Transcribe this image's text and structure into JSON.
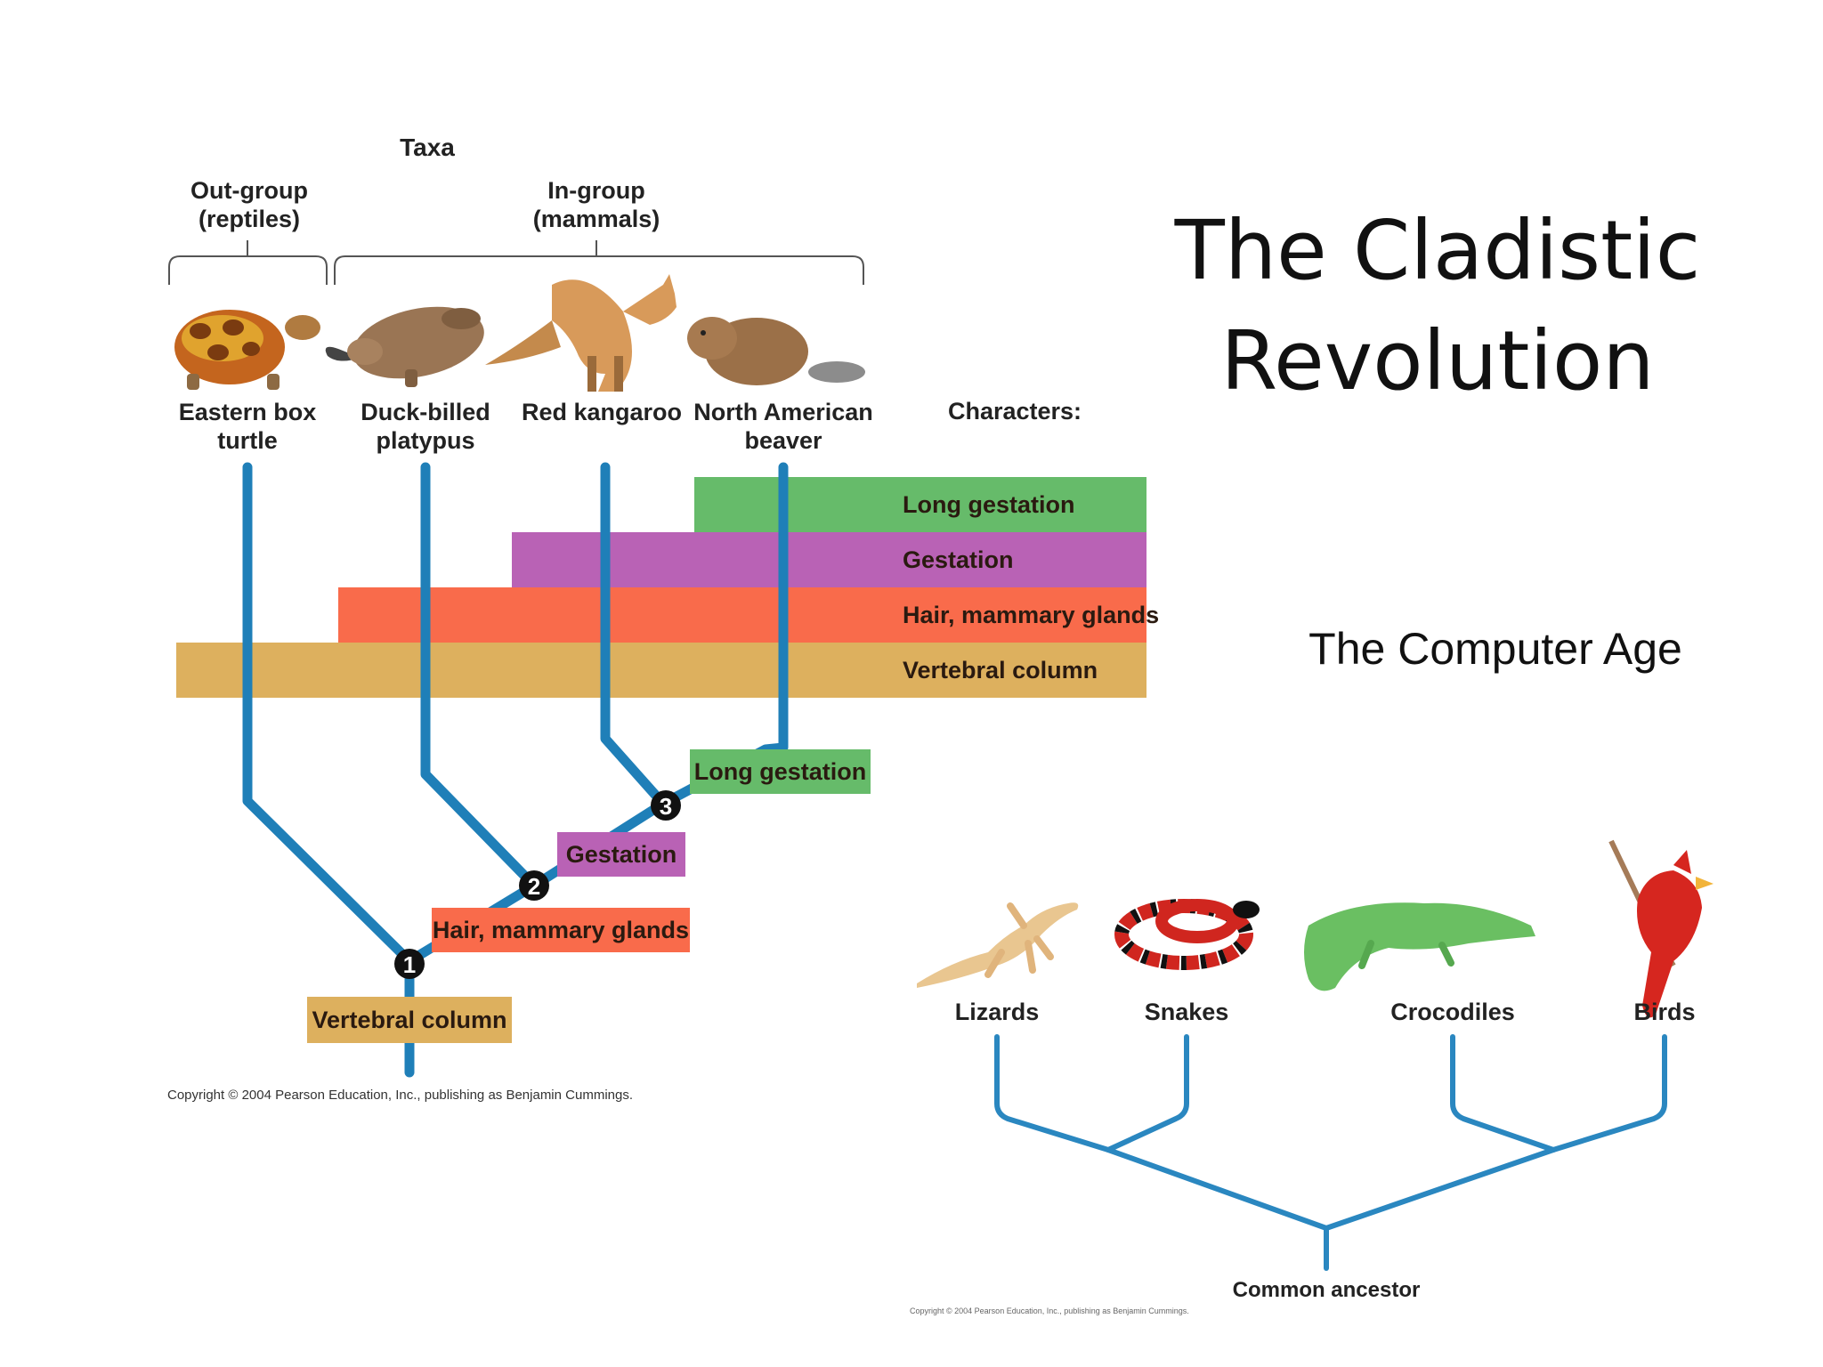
{
  "slide": {
    "title_line1": "The Cladistic",
    "title_line2": "Revolution",
    "subtitle": "The Computer Age"
  },
  "left_diagram": {
    "taxa_heading": "Taxa",
    "outgroup_line1": "Out-group",
    "outgroup_line2": "(reptiles)",
    "ingroup_line1": "In-group",
    "ingroup_line2": "(mammals)",
    "characters_heading": "Characters:",
    "taxa": [
      {
        "line1": "Eastern box",
        "line2": "turtle"
      },
      {
        "line1": "Duck-billed",
        "line2": "platypus"
      },
      {
        "line1": "Red kangaroo",
        "line2": ""
      },
      {
        "line1": "North American",
        "line2": "beaver"
      }
    ],
    "character_bands": [
      {
        "label": "Long gestation",
        "color": "#66bb6a"
      },
      {
        "label": "Gestation",
        "color": "#b962b5"
      },
      {
        "label": "Hair, mammary glands",
        "color": "#f96b4b"
      },
      {
        "label": "Vertebral column",
        "color": "#ddb05e"
      }
    ],
    "node_boxes": [
      {
        "label": "Long gestation",
        "color": "#66bb6a"
      },
      {
        "label": "Gestation",
        "color": "#b962b5"
      },
      {
        "label": "Hair, mammary glands",
        "color": "#f96b4b"
      },
      {
        "label": "Vertebral column",
        "color": "#ddb05e"
      }
    ],
    "node_numbers": [
      "1",
      "2",
      "3"
    ],
    "branch_color": "#1f7fb8",
    "copyright": "Copyright © 2004 Pearson Education, Inc., publishing as Benjamin Cummings."
  },
  "right_diagram": {
    "taxa": [
      "Lizards",
      "Snakes",
      "Crocodiles",
      "Birds"
    ],
    "root_label": "Common ancestor",
    "branch_color": "#2a87c0",
    "copyright": "Copyright © 2004 Pearson Education, Inc., publishing as Benjamin Cummings."
  }
}
